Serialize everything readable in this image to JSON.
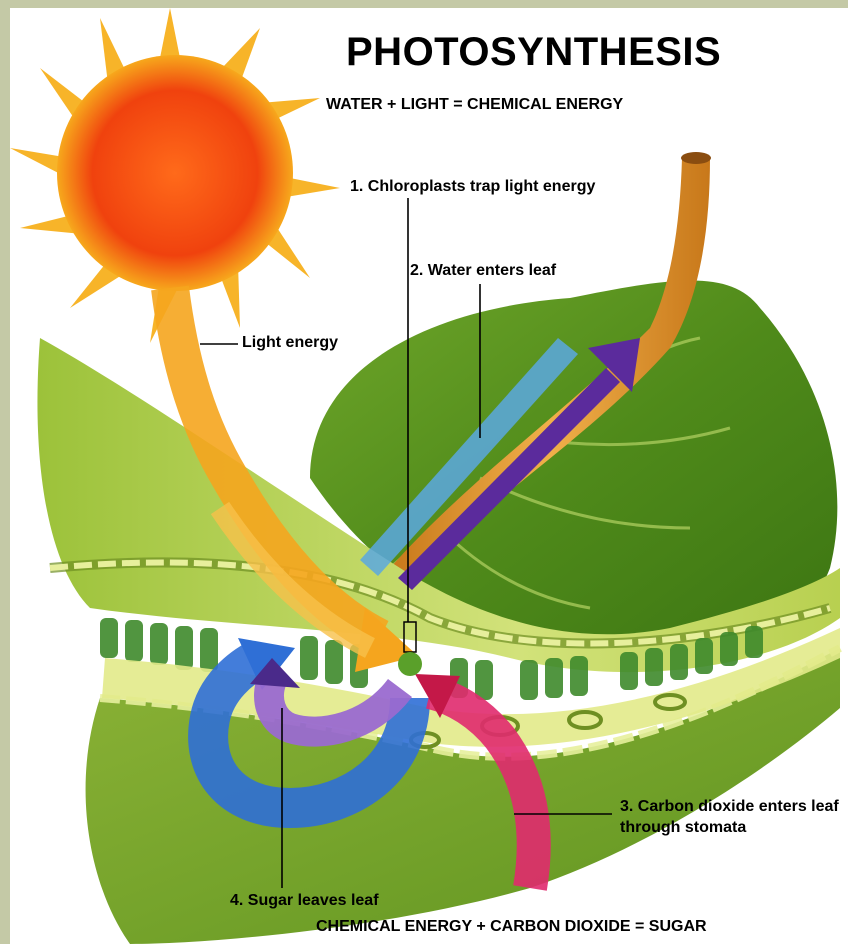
{
  "title": "PHOTOSYNTHESIS",
  "equation_top": "WATER + LIGHT = CHEMICAL ENERGY",
  "equation_bottom": "CHEMICAL ENERGY + CARBON DIOXIDE = SUGAR",
  "labels": {
    "step1": "1.  Chloroplasts trap light energy",
    "step2": "2.  Water enters leaf",
    "light": "Light energy",
    "step3": "3.  Carbon dioxide enters leaf through stomata",
    "step4": "4.  Sugar leaves leaf"
  },
  "colors": {
    "frame": "#c4c9a6",
    "sun_outer": "#f7a81c",
    "sun_inner": "#f04a12",
    "leaf_dark": "#4f8a1a",
    "leaf_light": "#b7cf45",
    "cell_green": "#3f8a2c",
    "light_arrow": "#f5a51e",
    "water_arrow": "#5aa8e0",
    "oxygen_arrow": "#5b2b9c",
    "co2_arrow": "#e02a6e",
    "sugar_arrow": "#2f6fd6",
    "violet_arrow": "#9a6ad0"
  }
}
